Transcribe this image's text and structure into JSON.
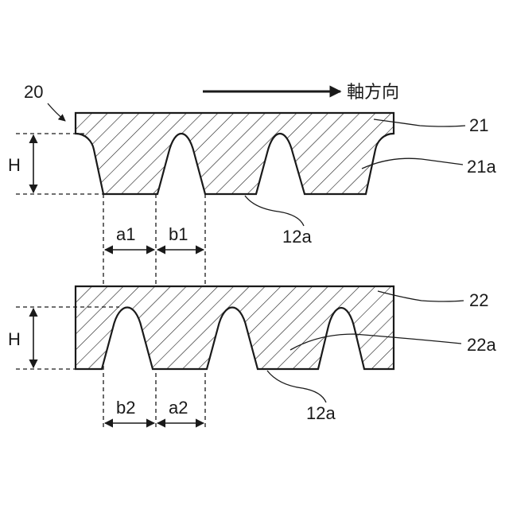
{
  "labels": {
    "belt_assembly": "20",
    "axial_direction": "軸方向",
    "belt_top": "21",
    "belt_top_ribs": "21a",
    "belt_bottom": "22",
    "belt_bottom_ribs": "22a",
    "groove_top": "12a",
    "groove_bottom": "12a",
    "height_top": "H",
    "height_bottom": "H",
    "dim_a1": "a1",
    "dim_b1": "b1",
    "dim_b2": "b2",
    "dim_a2": "a2"
  }
}
